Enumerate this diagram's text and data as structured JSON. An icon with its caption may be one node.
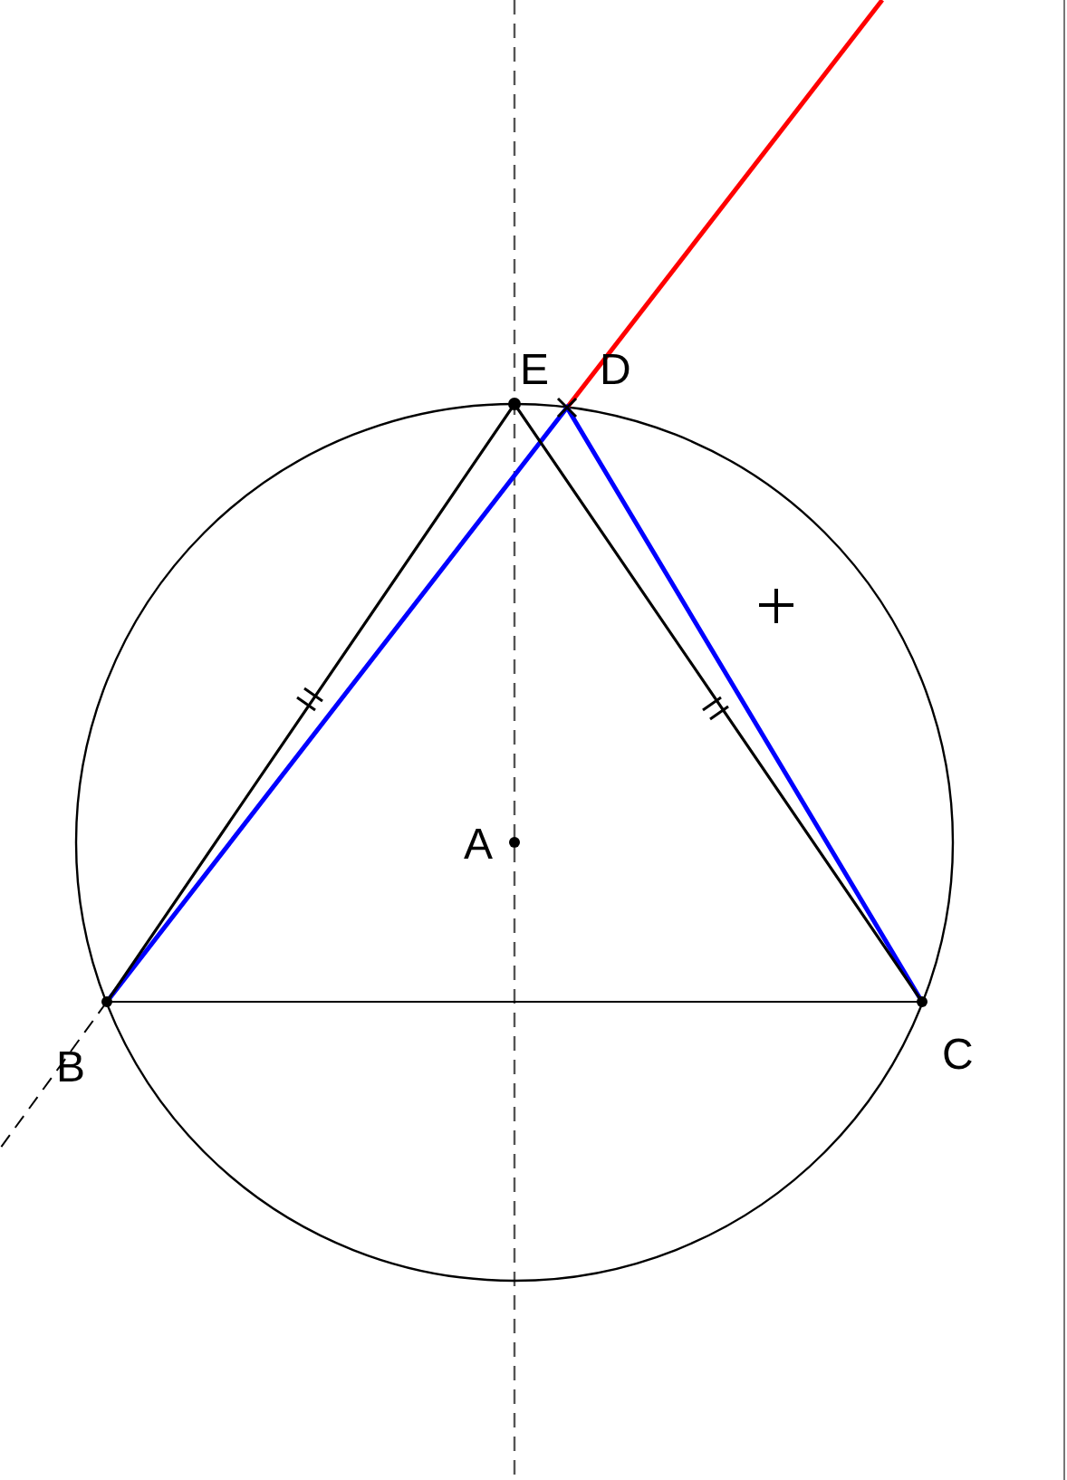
{
  "diagram": {
    "labels": [
      "E",
      "D",
      "A",
      "B",
      "C"
    ]
  }
}
